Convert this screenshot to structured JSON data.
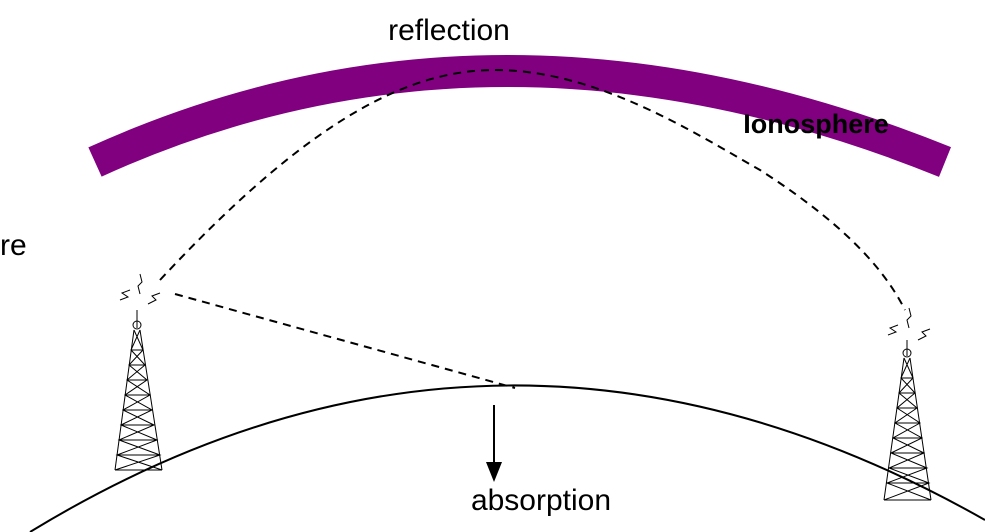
{
  "labels": {
    "reflection": "reflection",
    "ionosphere": "Ionosphere",
    "absorption": "absorption",
    "partial_left": "re"
  },
  "colors": {
    "ionosphere_band": "#800080",
    "lines": "#000000",
    "background": "#ffffff"
  }
}
